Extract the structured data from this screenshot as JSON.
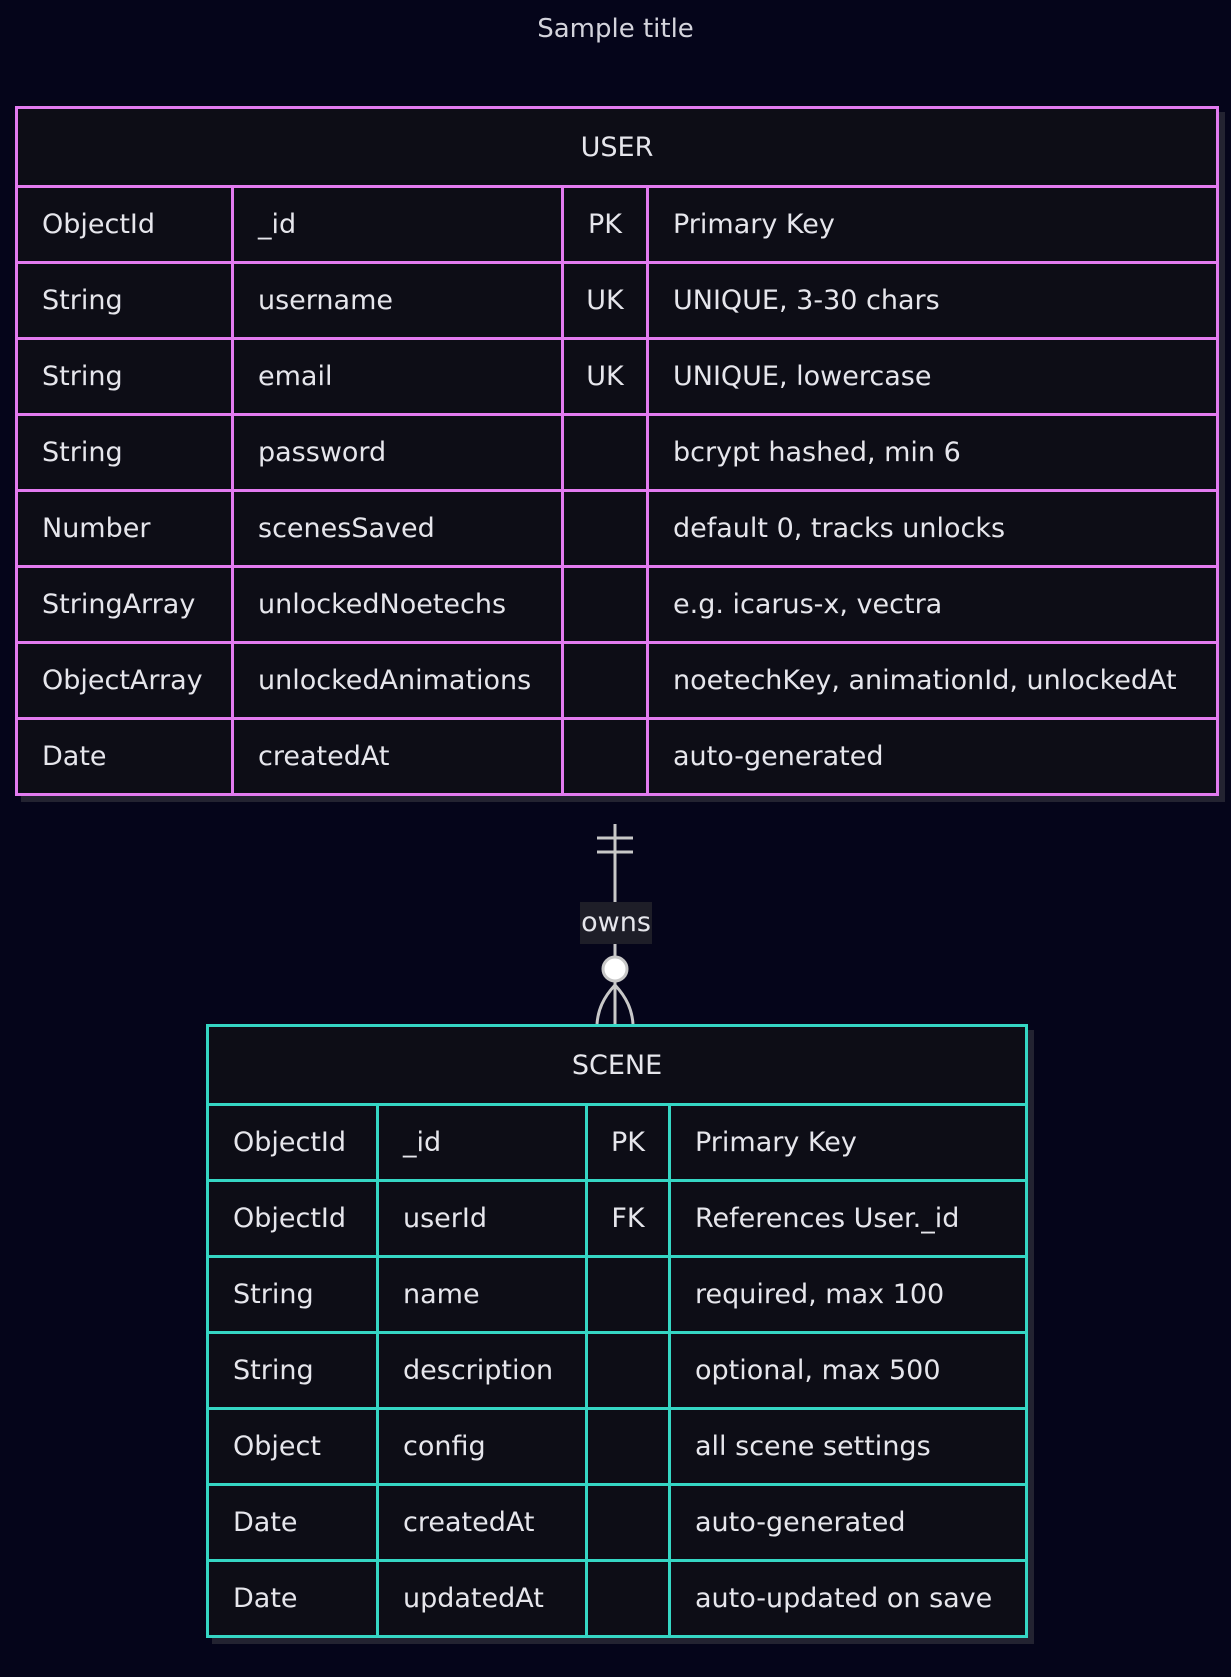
{
  "title": "Sample title",
  "relationship": {
    "label": "owns",
    "from": "USER",
    "to": "SCENE",
    "from_cardinality": "exactly-one",
    "to_cardinality": "zero-or-more"
  },
  "colors": {
    "background": "#05051a",
    "user_border": "#e27bf0",
    "scene_border": "#35d6c4",
    "connector": "#c8c8c8"
  },
  "entities": [
    {
      "name": "USER",
      "attributes": [
        {
          "type": "ObjectId",
          "name": "_id",
          "key": "PK",
          "comment": "Primary Key"
        },
        {
          "type": "String",
          "name": "username",
          "key": "UK",
          "comment": "UNIQUE, 3-30 chars"
        },
        {
          "type": "String",
          "name": "email",
          "key": "UK",
          "comment": "UNIQUE, lowercase"
        },
        {
          "type": "String",
          "name": "password",
          "key": "",
          "comment": "bcrypt hashed, min 6"
        },
        {
          "type": "Number",
          "name": "scenesSaved",
          "key": "",
          "comment": "default 0, tracks unlocks"
        },
        {
          "type": "StringArray",
          "name": "unlockedNoetechs",
          "key": "",
          "comment": "e.g. icarus-x, vectra"
        },
        {
          "type": "ObjectArray",
          "name": "unlockedAnimations",
          "key": "",
          "comment": "noetechKey, animationId, unlockedAt"
        },
        {
          "type": "Date",
          "name": "createdAt",
          "key": "",
          "comment": "auto-generated"
        }
      ]
    },
    {
      "name": "SCENE",
      "attributes": [
        {
          "type": "ObjectId",
          "name": "_id",
          "key": "PK",
          "comment": "Primary Key"
        },
        {
          "type": "ObjectId",
          "name": "userId",
          "key": "FK",
          "comment": "References User._id"
        },
        {
          "type": "String",
          "name": "name",
          "key": "",
          "comment": "required, max 100"
        },
        {
          "type": "String",
          "name": "description",
          "key": "",
          "comment": "optional, max 500"
        },
        {
          "type": "Object",
          "name": "config",
          "key": "",
          "comment": "all scene settings"
        },
        {
          "type": "Date",
          "name": "createdAt",
          "key": "",
          "comment": "auto-generated"
        },
        {
          "type": "Date",
          "name": "updatedAt",
          "key": "",
          "comment": "auto-updated on save"
        }
      ]
    }
  ]
}
